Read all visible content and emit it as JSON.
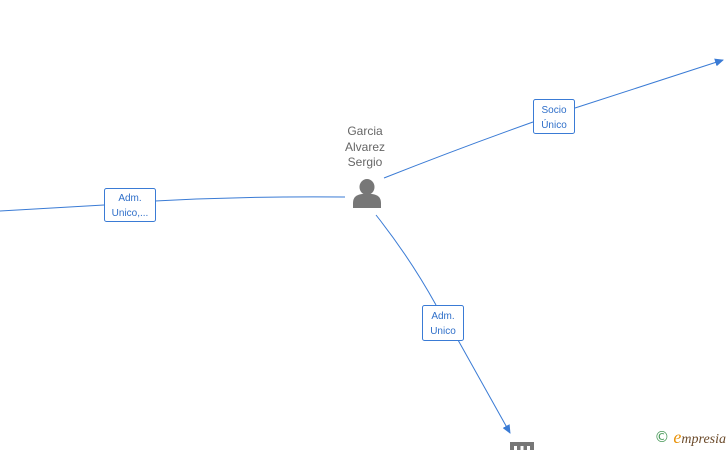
{
  "person": {
    "name_lines": [
      "Garcia",
      "Alvarez",
      "Sergio"
    ],
    "icon": "person-icon"
  },
  "edges": [
    {
      "id": "left",
      "label_lines": [
        "Adm.",
        "Unico,..."
      ]
    },
    {
      "id": "top-right",
      "label_lines": [
        "Socio",
        "Único"
      ]
    },
    {
      "id": "bottom",
      "label_lines": [
        "Adm.",
        "Unico"
      ]
    }
  ],
  "company_node": {
    "icon": "building-icon"
  },
  "watermark": {
    "copyright_symbol": "©",
    "brand_initial": "e",
    "brand_rest": "mpresia"
  },
  "colors": {
    "edge": "#3a7bd5",
    "label_text": "#2f6fc9",
    "person_icon": "#777777",
    "node_text": "#666666"
  }
}
